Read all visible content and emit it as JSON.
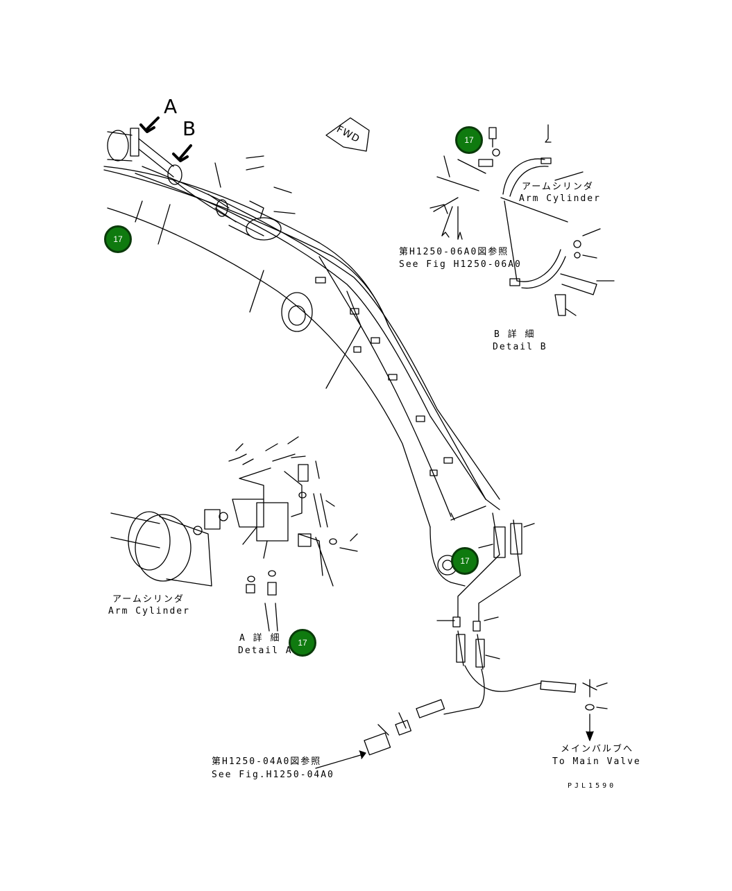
{
  "view_letters": {
    "a": "A",
    "b": "B"
  },
  "fwd_label": "FWD",
  "callout_text": "17",
  "labels": {
    "arm_cylinder_top_jp": "アームシリンダ",
    "arm_cylinder_top_en": "Arm Cylinder",
    "ref_06_jp": "第H1250-06A0図参照",
    "ref_06_en": "See Fig H1250-06A0",
    "detail_b_jp": "B 詳 細",
    "detail_b_en": "Detail B",
    "arm_cylinder_left_jp": "アームシリンダ",
    "arm_cylinder_left_en": "Arm Cylinder",
    "detail_a_jp": "A 詳 細",
    "detail_a_en": "Detail A",
    "ref_04_jp": "第H1250-04A0図参照",
    "ref_04_en": "See Fig.H1250-04A0",
    "main_valve_jp": "メインバルブへ",
    "main_valve_en": "To Main Valve",
    "drawing_code": "PJL1590"
  }
}
